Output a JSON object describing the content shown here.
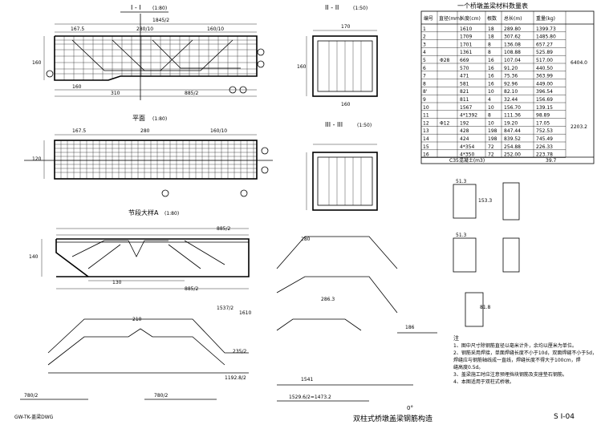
{
  "views": {
    "elevation": {
      "title": "I - I",
      "scale": "(1:80)"
    },
    "section_ii": {
      "title": "II - II",
      "scale": "(1:50)"
    },
    "plan": {
      "title": "平面",
      "scale": "(1:80)"
    },
    "section_iii": {
      "title": "III - III",
      "scale": "(1:50)"
    },
    "detail_a": {
      "title": "节段大样A",
      "scale": "(1:80)"
    }
  },
  "table": {
    "title": "一个桥墩盖梁材料数量表",
    "headers": [
      "编号",
      "直径(mm)",
      "长度(cm)",
      "根数",
      "总长(m)",
      "重量(kg)"
    ],
    "rows": [
      [
        "1",
        "",
        "1610",
        "18",
        "289.80",
        "1399.73"
      ],
      [
        "2",
        "",
        "1709",
        "18",
        "307.62",
        "1485.80"
      ],
      [
        "3",
        "",
        "1701",
        "8",
        "136.08",
        "657.27"
      ],
      [
        "4",
        "",
        "1361",
        "8",
        "108.88",
        "525.89"
      ],
      [
        "5",
        "Φ28",
        "669",
        "16",
        "107.04",
        "517.00"
      ],
      [
        "6",
        "",
        "570",
        "16",
        "91.20",
        "440.50"
      ],
      [
        "7",
        "",
        "471",
        "16",
        "75.36",
        "363.99"
      ],
      [
        "8",
        "",
        "581",
        "16",
        "92.96",
        "449.00"
      ],
      [
        "8'",
        "",
        "821",
        "10",
        "82.10",
        "396.54"
      ],
      [
        "9",
        "",
        "811",
        "4",
        "32.44",
        "156.69"
      ],
      [
        "10",
        "",
        "1567",
        "10",
        "156.70",
        "139.15"
      ],
      [
        "11",
        "",
        "4*1392",
        "8",
        "111.36",
        "98.89"
      ],
      [
        "12",
        "Φ12",
        "192",
        "10",
        "19.20",
        "17.05"
      ],
      [
        "13",
        "",
        "428",
        "198",
        "847.44",
        "752.53"
      ],
      [
        "14",
        "",
        "424",
        "198",
        "839.52",
        "745.49"
      ],
      [
        "15",
        "",
        "4*354",
        "72",
        "254.88",
        "226.33"
      ],
      [
        "16",
        "",
        "4*350",
        "72",
        "252.00",
        "223.78"
      ]
    ],
    "subtotal_28": "6404.0",
    "subtotal_12": "2203.2",
    "concrete_label": "C35混凝土(m3)",
    "concrete_value": "39.7"
  },
  "labels": {
    "dim_top_total": "1845/2",
    "dim_top_left": "167.5",
    "dim_top_mid": "280/10",
    "dim_top_right": "160/10",
    "dim_bottom_left": "160",
    "dim_bottom_mid": "310",
    "dim_bottom_right": "885/2",
    "height_total": "160",
    "plan_dim_left": "167.5",
    "plan_dim_mid": "280",
    "plan_dim_right": "160/10",
    "plan_width": "120",
    "detail_dim_top": "885/2",
    "detail_dim_bottom": "885/2",
    "detail_mid": "130",
    "detail_height": "140",
    "sec_width": "170",
    "sec_height": "160",
    "sec_inner": "160",
    "bar_1": "1537/2",
    "bar_1b": "1610",
    "bar_2": "210",
    "bar_3": "235/2",
    "bar_4": "1192.8/2",
    "bar_5": "780/2",
    "bar_6": "780/2",
    "bar_7": "280",
    "bar_8": "1541",
    "bar_9": "1529.6/2=1473.2",
    "bar_10": "186",
    "bar_11": "286.3",
    "shape_a": "51.3",
    "shape_b": "153.3",
    "shape_c": "81.8",
    "shape_d": "51.3"
  },
  "notes": {
    "heading": "注",
    "items": [
      "1、图中尺寸除钢筋直径以毫米计外，余均以厘米为单位。",
      "2、钢筋采用焊接，单面焊缝长度不小于10d，双面焊缝不小于5d，",
      "   焊缝应与钢筋轴线成一直线，焊缝长度不得大于100cm，焊",
      "   缝高度0.5d。",
      "3、盖梁施工时应注意预埋挡块钢筋及支座垫石钢筋。",
      "4、本图适用于双柱式桥墩。"
    ]
  },
  "title_block": {
    "angle": "0°",
    "drawing_title": "双柱式桥墩盖梁钢筋构造",
    "sheet_no": "S I-04",
    "file_ref": "GW-TK-盖梁DWG"
  }
}
